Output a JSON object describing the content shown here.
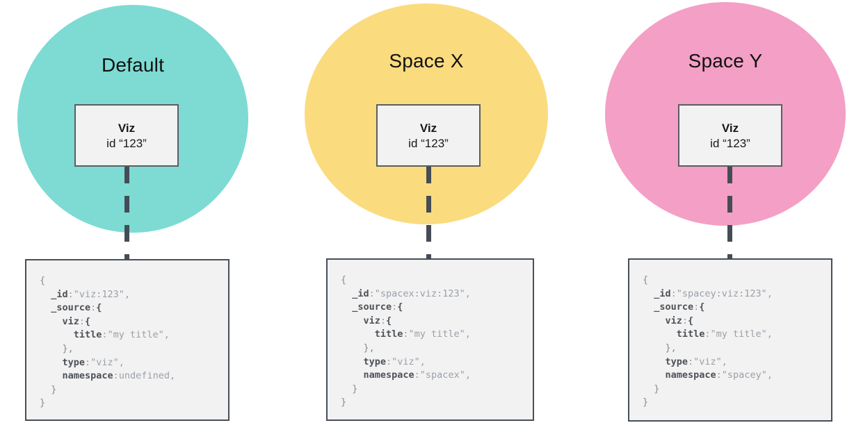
{
  "palette": {
    "dash_color": "#454c55",
    "code_key": "#4d5156",
    "code_value": "#9aa0a6",
    "code_punct": "#888c90"
  },
  "columns": [
    {
      "title": "Default",
      "circle_color": "#7ddbd3",
      "viz_node": {
        "name": "Viz",
        "id_label": "id “123”"
      },
      "code_lines": [
        [
          {
            "k": "p",
            "t": "{"
          }
        ],
        [
          {
            "k": "key",
            "t": "  _id"
          },
          {
            "k": "v",
            "t": ":\"viz:123\","
          }
        ],
        [
          {
            "k": "key",
            "t": "  _source"
          },
          {
            "k": "v",
            "t": ":"
          },
          {
            "k": "b",
            "t": "{"
          }
        ],
        [
          {
            "k": "key",
            "t": "    viz"
          },
          {
            "k": "v",
            "t": ":"
          },
          {
            "k": "b",
            "t": "{"
          }
        ],
        [
          {
            "k": "key",
            "t": "      title"
          },
          {
            "k": "v",
            "t": ":\"my title\","
          }
        ],
        [
          {
            "k": "p",
            "t": "    },"
          }
        ],
        [
          {
            "k": "key",
            "t": "    type"
          },
          {
            "k": "v",
            "t": ":\"viz\","
          }
        ],
        [
          {
            "k": "key",
            "t": "    namespace"
          },
          {
            "k": "v",
            "t": ":undefined,"
          }
        ],
        [
          {
            "k": "p",
            "t": "  }"
          }
        ],
        [
          {
            "k": "p",
            "t": "}"
          }
        ]
      ]
    },
    {
      "title": "Space X",
      "circle_color": "#fadb7e",
      "viz_node": {
        "name": "Viz",
        "id_label": "id “123”"
      },
      "code_lines": [
        [
          {
            "k": "p",
            "t": "{"
          }
        ],
        [
          {
            "k": "key",
            "t": "  _id"
          },
          {
            "k": "v",
            "t": ":\"spacex:viz:123\","
          }
        ],
        [
          {
            "k": "key",
            "t": "  _source"
          },
          {
            "k": "v",
            "t": ":"
          },
          {
            "k": "b",
            "t": "{"
          }
        ],
        [
          {
            "k": "key",
            "t": "    viz"
          },
          {
            "k": "v",
            "t": ":"
          },
          {
            "k": "b",
            "t": "{"
          }
        ],
        [
          {
            "k": "key",
            "t": "      title"
          },
          {
            "k": "v",
            "t": ":\"my title\","
          }
        ],
        [
          {
            "k": "p",
            "t": "    },"
          }
        ],
        [
          {
            "k": "key",
            "t": "    type"
          },
          {
            "k": "v",
            "t": ":\"viz\","
          }
        ],
        [
          {
            "k": "key",
            "t": "    namespace"
          },
          {
            "k": "v",
            "t": ":\"spacex\","
          }
        ],
        [
          {
            "k": "p",
            "t": "  }"
          }
        ],
        [
          {
            "k": "p",
            "t": "}"
          }
        ]
      ]
    },
    {
      "title": "Space Y",
      "circle_color": "#f49fc5",
      "viz_node": {
        "name": "Viz",
        "id_label": "id “123”"
      },
      "code_lines": [
        [
          {
            "k": "p",
            "t": "{"
          }
        ],
        [
          {
            "k": "key",
            "t": "  _id"
          },
          {
            "k": "v",
            "t": ":\"spacey:viz:123\","
          }
        ],
        [
          {
            "k": "key",
            "t": "  _source"
          },
          {
            "k": "v",
            "t": ":"
          },
          {
            "k": "b",
            "t": "{"
          }
        ],
        [
          {
            "k": "key",
            "t": "    viz"
          },
          {
            "k": "v",
            "t": ":"
          },
          {
            "k": "b",
            "t": "{"
          }
        ],
        [
          {
            "k": "key",
            "t": "      title"
          },
          {
            "k": "v",
            "t": ":\"my title\","
          }
        ],
        [
          {
            "k": "p",
            "t": "    },"
          }
        ],
        [
          {
            "k": "key",
            "t": "    type"
          },
          {
            "k": "v",
            "t": ":\"viz\","
          }
        ],
        [
          {
            "k": "key",
            "t": "    namespace"
          },
          {
            "k": "v",
            "t": ":\"spacey\","
          }
        ],
        [
          {
            "k": "p",
            "t": "  }"
          }
        ],
        [
          {
            "k": "p",
            "t": "}"
          }
        ]
      ]
    }
  ]
}
